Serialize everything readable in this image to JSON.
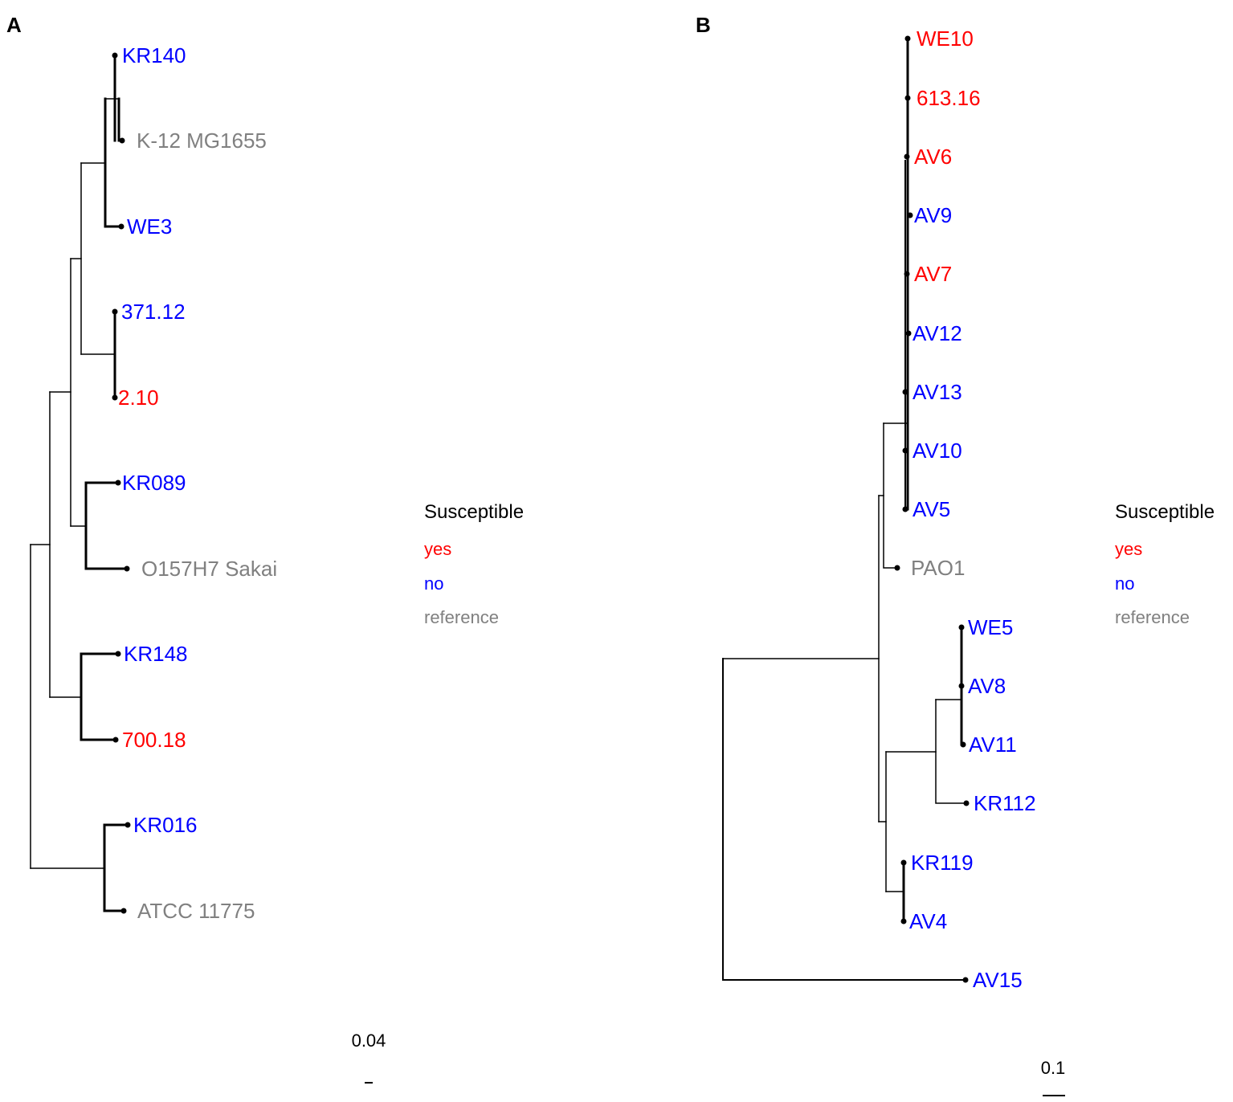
{
  "colors": {
    "yes": "#ff0000",
    "no": "#0000ff",
    "reference": "#808080"
  },
  "panels": [
    {
      "letter": "A",
      "tips": [
        {
          "name": "KR140",
          "group": "no"
        },
        {
          "name": "K-12 MG1655",
          "group": "reference"
        },
        {
          "name": "WE3",
          "group": "no"
        },
        {
          "name": "371.12",
          "group": "no"
        },
        {
          "name": "2.10",
          "group": "yes"
        },
        {
          "name": "KR089",
          "group": "no"
        },
        {
          "name": "O157H7 Sakai",
          "group": "reference"
        },
        {
          "name": "KR148",
          "group": "no"
        },
        {
          "name": "700.18",
          "group": "yes"
        },
        {
          "name": "KR016",
          "group": "no"
        },
        {
          "name": "ATCC 11775",
          "group": "reference"
        }
      ],
      "legend": {
        "title": "Susceptible",
        "items": [
          {
            "label": "yes",
            "group": "yes"
          },
          {
            "label": "no",
            "group": "no"
          },
          {
            "label": "reference",
            "group": "reference"
          }
        ]
      },
      "scale_bar": "0.04"
    },
    {
      "letter": "B",
      "tips": [
        {
          "name": "WE10",
          "group": "yes"
        },
        {
          "name": "613.16",
          "group": "yes"
        },
        {
          "name": "AV6",
          "group": "yes"
        },
        {
          "name": "AV9",
          "group": "no"
        },
        {
          "name": "AV7",
          "group": "yes"
        },
        {
          "name": "AV12",
          "group": "no"
        },
        {
          "name": "AV13",
          "group": "no"
        },
        {
          "name": "AV10",
          "group": "no"
        },
        {
          "name": "AV5",
          "group": "no"
        },
        {
          "name": "PAO1",
          "group": "reference"
        },
        {
          "name": "WE5",
          "group": "no"
        },
        {
          "name": "AV8",
          "group": "no"
        },
        {
          "name": "AV11",
          "group": "no"
        },
        {
          "name": "KR112",
          "group": "no"
        },
        {
          "name": "KR119",
          "group": "no"
        },
        {
          "name": "AV4",
          "group": "no"
        },
        {
          "name": "AV15",
          "group": "no"
        }
      ],
      "legend": {
        "title": "Susceptible",
        "items": [
          {
            "label": "yes",
            "group": "yes"
          },
          {
            "label": "no",
            "group": "no"
          },
          {
            "label": "reference",
            "group": "reference"
          }
        ]
      },
      "scale_bar": "0.1"
    }
  ]
}
